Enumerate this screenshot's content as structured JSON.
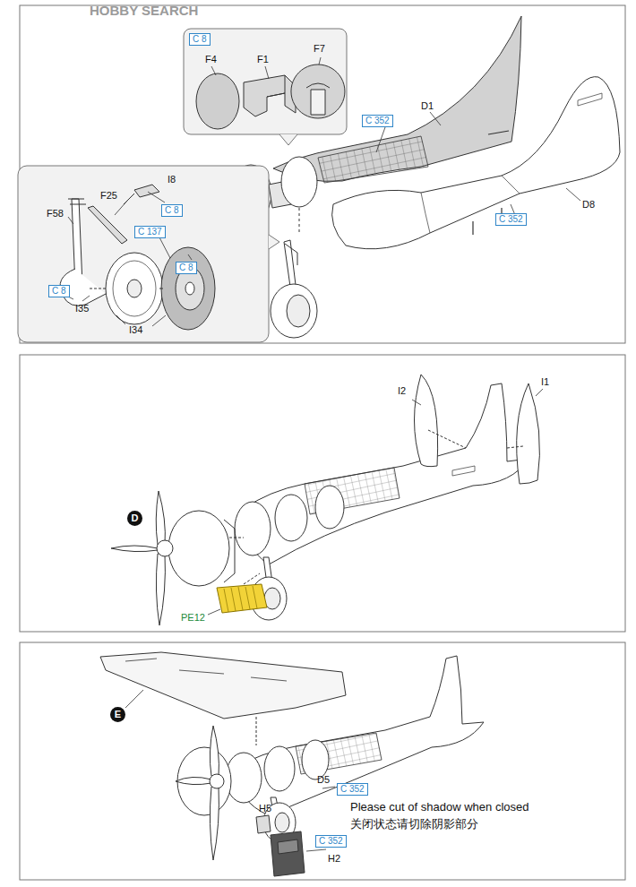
{
  "diagram": {
    "labels": [
      "HOBBY SEARCH",
      "C 8",
      "F4",
      "F1",
      "F7",
      "D1",
      "C 352",
      "D8",
      "C 352",
      "I8",
      "F25",
      "C 8",
      "F58",
      "C 137",
      "C 8",
      "C 8",
      "I35",
      "I34",
      "I2",
      "I1",
      "D",
      "PE12",
      "E",
      "D5",
      "C 352",
      "Please cut of shadow when closed",
      "关闭状态请切除阴影部分",
      "H5",
      "H2",
      "C 352"
    ]
  }
}
